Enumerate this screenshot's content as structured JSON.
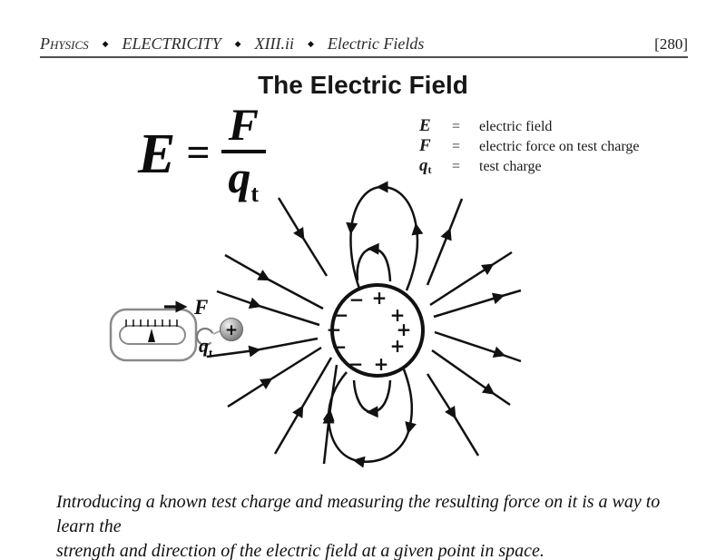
{
  "header": {
    "section": "Physics",
    "chapter": "ELECTRICITY",
    "lesson": "XIII.ii",
    "topic": "Electric Fields",
    "separator": "◆",
    "page_number": "[280]"
  },
  "title": "The Electric Field",
  "equation": {
    "lhs": "E",
    "equals": "=",
    "numerator": "F",
    "denominator_base": "q",
    "denominator_sub": "t"
  },
  "legend": {
    "rows": [
      {
        "symbol": "E",
        "symbol_sub": "",
        "equals": "=",
        "description": "electric field"
      },
      {
        "symbol": "F",
        "symbol_sub": "",
        "equals": "=",
        "description": "electric force on test charge"
      },
      {
        "symbol": "q",
        "symbol_sub": "t",
        "equals": "=",
        "description": "test charge"
      }
    ]
  },
  "diagram": {
    "force_label": "F",
    "test_charge_base": "q",
    "test_charge_sub": "t",
    "test_charge_sign": "+",
    "plus_sign": "+",
    "minus_sign": "−",
    "source_charge": {
      "minus_count": 5,
      "plus_count": 5,
      "left_side": "negative",
      "right_side": "positive"
    },
    "colors": {
      "field_line": "#111111",
      "meter_outline": "#8a8a8a",
      "ball_gray": "#9e9e9e"
    }
  },
  "caption": {
    "lines": [
      "Introducing a known test charge and measuring the resulting force on it is a way to learn the",
      "strength and direction of the electric field at a given point in space."
    ]
  }
}
